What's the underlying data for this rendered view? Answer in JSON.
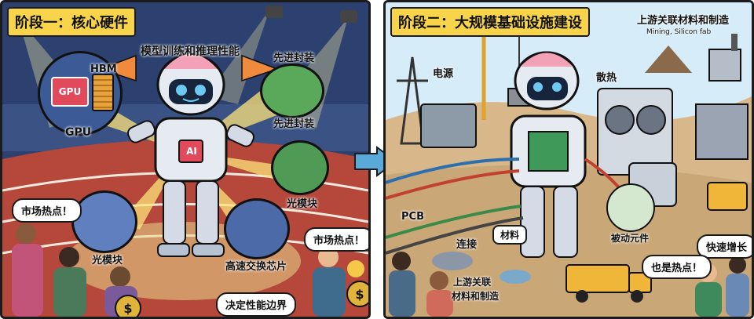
{
  "left_panel": {
    "title": "阶段一：核心硬件",
    "labels": {
      "top_caption": "模型训练和推理性能",
      "hbm": "HBM",
      "gpu_chip": "GPU",
      "gpu": "GPU",
      "ai_chip": "AI",
      "advanced_packaging_top": "先进封装",
      "advanced_packaging_bottom": "先进封装",
      "optical_module_right": "光模块",
      "optical_module_left": "光模块",
      "switch_chip": "高速交换芯片",
      "decides": "决定性能边界"
    },
    "bubbles": {
      "hot_left": "市场热点！",
      "hot_right": "市场热点！"
    }
  },
  "right_panel": {
    "title": "阶段二：大规模基础设施建设",
    "labels": {
      "upstream_title": "上游关联材料和制造",
      "mining": "Mining, Silicon fab",
      "power": "电源",
      "cooling": "散热",
      "pcb": "PCB",
      "connect": "连接",
      "materials": "材料",
      "passive": "被动元件",
      "upstream_bottom_1": "上游关联",
      "upstream_bottom_2": "材料和制造"
    },
    "bubbles": {
      "growth": "快速增长",
      "also_hot": "也是热点！"
    }
  },
  "colors": {
    "title_bg": "#f7d44a",
    "arrow": "#5aa9d8",
    "robot_blue": "#6ec9f0",
    "gpu_red": "#e04a5a"
  }
}
